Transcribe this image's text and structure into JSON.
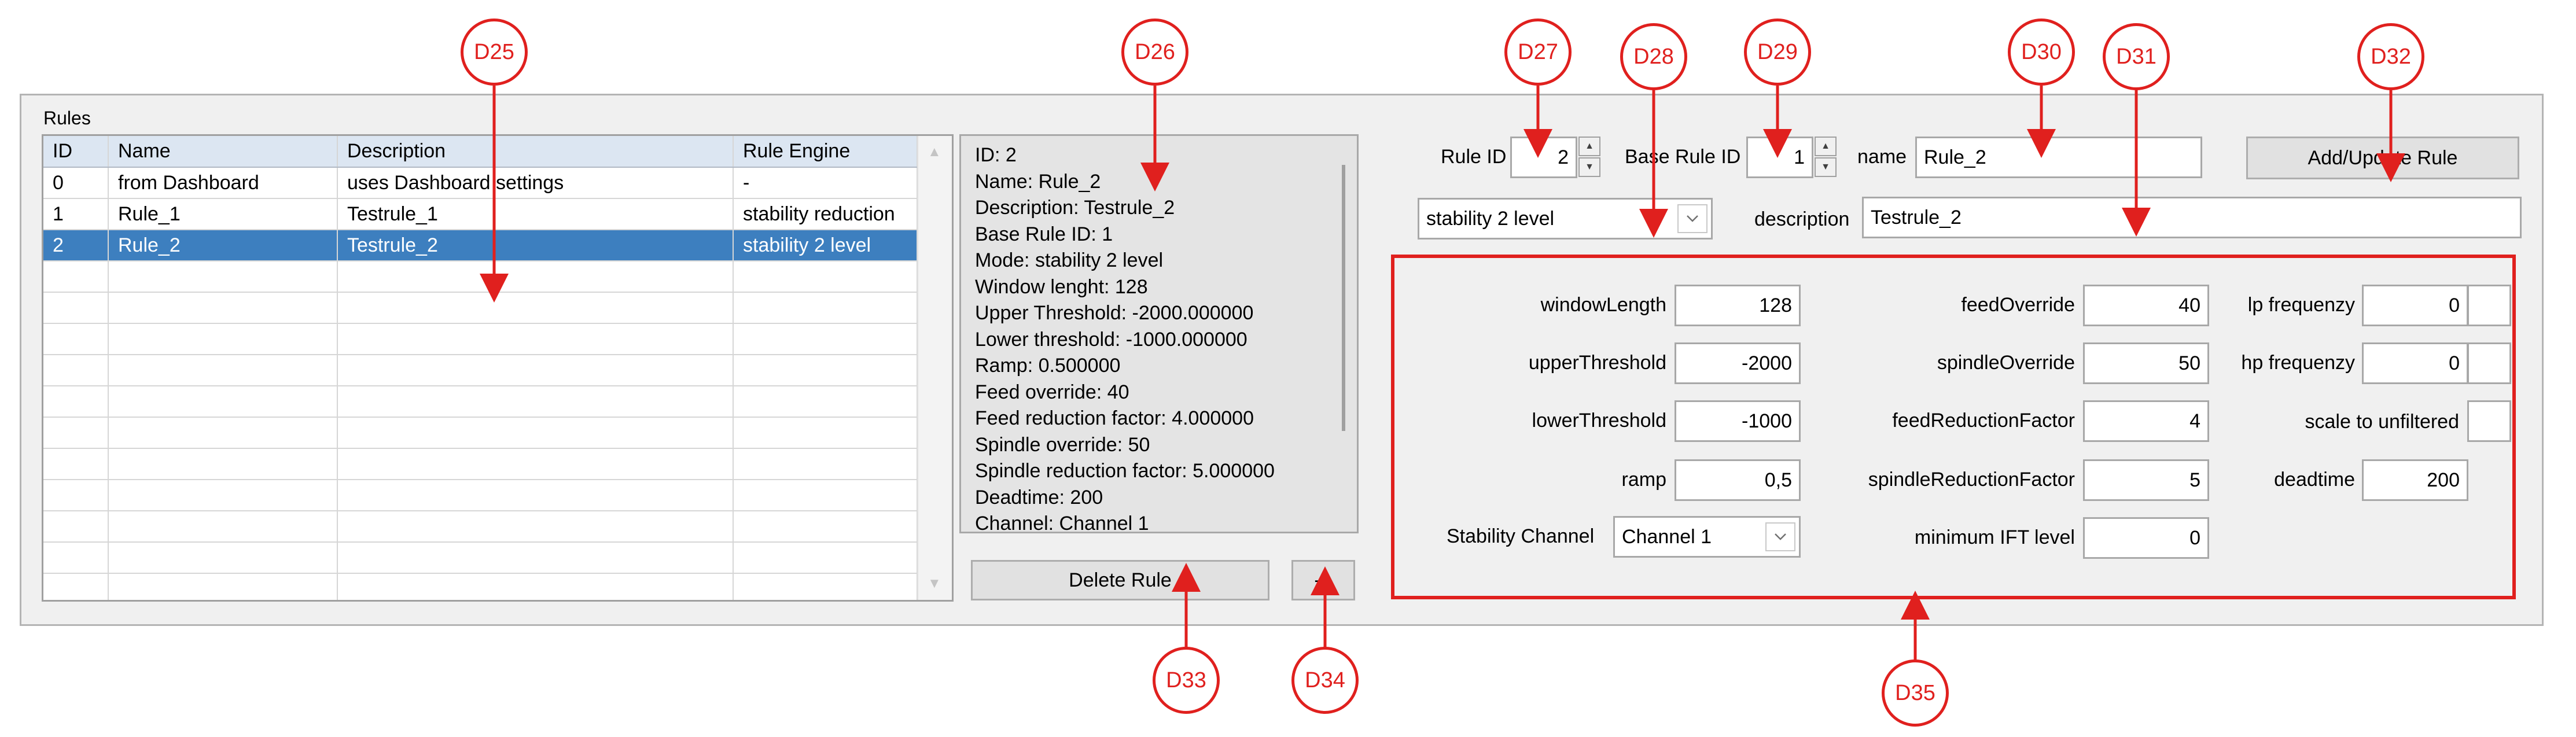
{
  "rules_group": {
    "title": "Rules"
  },
  "rules_table": {
    "columns": [
      "ID",
      "Name",
      "Description",
      "Rule Engine"
    ],
    "rows": [
      [
        "0",
        "from Dashboard",
        "uses Dashboard settings",
        "-"
      ],
      [
        "1",
        "Rule_1",
        "Testrule_1",
        "stability reduction"
      ],
      [
        "2",
        "Rule_2",
        "Testrule_2",
        "stability 2 level"
      ]
    ],
    "selected_row": 2
  },
  "info": {
    "lines": [
      "ID: 2",
      "Name: Rule_2",
      "Description: Testrule_2",
      "Base Rule ID: 1",
      "Mode: stability 2 level",
      "Window lenght: 128",
      "Upper Threshold: -2000.000000",
      "Lower threshold: -1000.000000",
      "Ramp: 0.500000",
      "Feed override: 40",
      "Feed reduction factor: 4.000000",
      "Spindle override: 50",
      "Spindle reduction factor: 5.000000",
      "Deadtime: 200",
      "Channel: Channel 1"
    ]
  },
  "buttons": {
    "delete": "Delete Rule",
    "transfer": "->",
    "add_update": "Add/Update Rule"
  },
  "header_fields": {
    "rule_id_label": "Rule ID",
    "rule_id_value": "2",
    "base_rule_id_label": "Base Rule ID",
    "base_rule_id_value": "1",
    "name_label": "name",
    "name_value": "Rule_2",
    "engine_select_value": "stability 2 level",
    "description_label": "description",
    "description_value": "Testrule_2"
  },
  "params": {
    "windowLength": {
      "label": "windowLength",
      "value": "128"
    },
    "upperThreshold": {
      "label": "upperThreshold",
      "value": "-2000"
    },
    "lowerThreshold": {
      "label": "lowerThreshold",
      "value": "-1000"
    },
    "ramp": {
      "label": "ramp",
      "value": "0,5"
    },
    "stabilityChannel": {
      "label": "Stability Channel",
      "value": "Channel 1"
    },
    "feedOverride": {
      "label": "feedOverride",
      "value": "40"
    },
    "spindleOverride": {
      "label": "spindleOverride",
      "value": "50"
    },
    "feedReductionFactor": {
      "label": "feedReductionFactor",
      "value": "4"
    },
    "spindleReductionFactor": {
      "label": "spindleReductionFactor",
      "value": "5"
    },
    "minimumIFTLevel": {
      "label": "minimum IFT level",
      "value": "0"
    },
    "lpFrequenzy": {
      "label": "lp frequenzy",
      "value": "0"
    },
    "hpFrequenzy": {
      "label": "hp frequenzy",
      "value": "0"
    },
    "scaleToUnfiltered": {
      "label": "scale to unfiltered"
    },
    "deadtime": {
      "label": "deadtime",
      "value": "200"
    }
  },
  "callouts": [
    "D25",
    "D26",
    "D27",
    "D28",
    "D29",
    "D30",
    "D31",
    "D32",
    "D33",
    "D34",
    "D35"
  ],
  "colors": {
    "callout_red": "#e0201e",
    "selection_blue": "#3d7fbf",
    "header_blue": "#dce6f2"
  }
}
